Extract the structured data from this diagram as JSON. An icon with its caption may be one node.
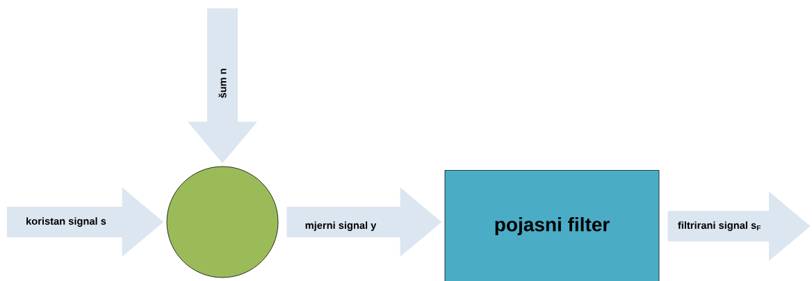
{
  "diagram": {
    "nodes": [
      {
        "text": [],
        "shape": "circle"
      },
      {
        "text": [
          "pojasni filter"
        ]
      }
    ],
    "edges": [
      {
        "from": null,
        "to": 0,
        "arrow": "to",
        "label": "koristan  signal s"
      },
      {
        "from": null,
        "to": 0,
        "arrow": "to",
        "label": "šum n"
      },
      {
        "from": 0,
        "to": 1,
        "arrow": "to",
        "label": "mjerni  signal y"
      },
      {
        "from": 1,
        "to": null,
        "arrow": "to",
        "label": "filtrirani  signal s$_{F}$"
      }
    ]
  }
}
